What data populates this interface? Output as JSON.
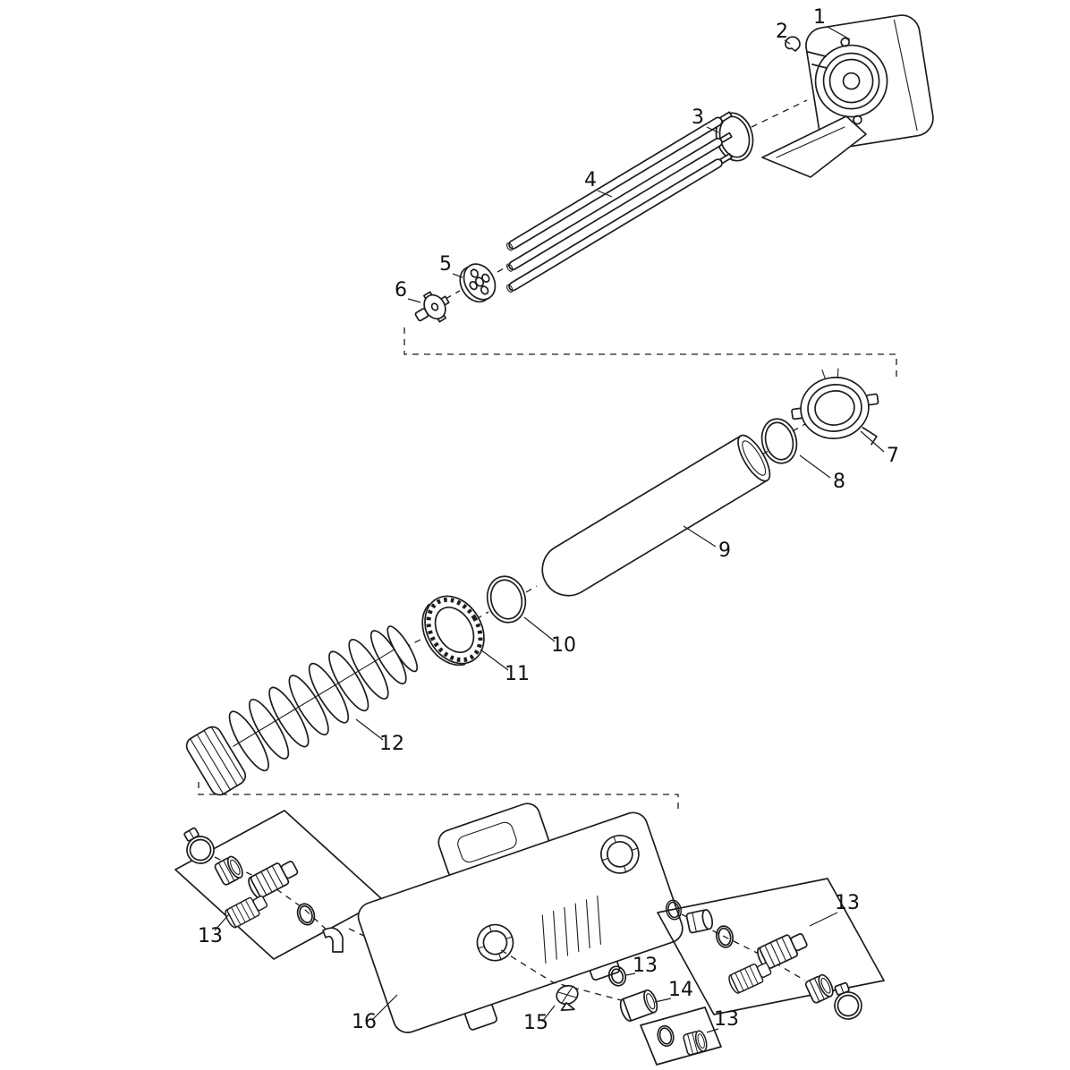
{
  "diagram": {
    "type": "exploded-parts-diagram",
    "colors": {
      "line": "#1d1d1b",
      "background": "#ffffff",
      "label": "#111111"
    },
    "labels": [
      {
        "text": "1",
        "part": "head-unit"
      },
      {
        "text": "2",
        "part": "retaining-clip"
      },
      {
        "text": "3",
        "part": "o-ring-head"
      },
      {
        "text": "4",
        "part": "uvc-lamp-tubes"
      },
      {
        "text": "5",
        "part": "spacer-disc"
      },
      {
        "text": "6",
        "part": "lamp-holder"
      },
      {
        "text": "7",
        "part": "bayonet-ring"
      },
      {
        "text": "8",
        "part": "o-ring-bayonet"
      },
      {
        "text": "9",
        "part": "quartz-glass-tube"
      },
      {
        "text": "10",
        "part": "o-ring-glass"
      },
      {
        "text": "11",
        "part": "clamping-ring"
      },
      {
        "text": "12",
        "part": "cleaning-rotor-spiral"
      },
      {
        "text": "13",
        "part": "hose-connection-kit-left"
      },
      {
        "text": "13",
        "part": "hose-connection-kit-right"
      },
      {
        "text": "13",
        "part": "washer-middle"
      },
      {
        "text": "13",
        "part": "hose-connection-kit-bottom"
      },
      {
        "text": "14",
        "part": "connector-sleeve"
      },
      {
        "text": "15",
        "part": "flow-impeller"
      },
      {
        "text": "16",
        "part": "housing-body"
      }
    ]
  }
}
